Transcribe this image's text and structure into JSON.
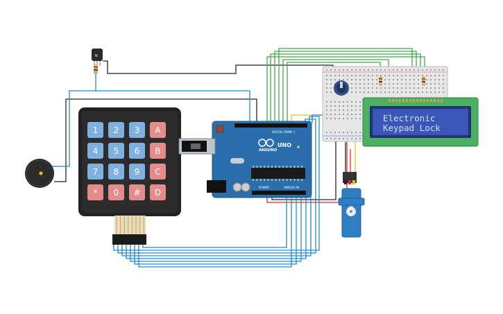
{
  "lcd": {
    "line1": "Electronic",
    "line2": "Keypad Lock"
  },
  "keypad": {
    "keys": [
      "1",
      "2",
      "3",
      "A",
      "4",
      "5",
      "6",
      "B",
      "7",
      "8",
      "9",
      "C",
      "*",
      "0",
      "#",
      "D"
    ]
  },
  "arduino": {
    "brand": "ARDUINO",
    "model": "UNO",
    "label_power": "POWER",
    "label_analog": "ANALOG IN",
    "label_digital": "DIGITAL (PWM~)"
  },
  "transistor": {
    "label": "N"
  },
  "colors": {
    "keypad_blue": "#7fb0e0",
    "keypad_red": "#e58b8b",
    "board": "#2a6fab",
    "lcd_frame": "#4caf62",
    "lcd_screen": "#3a56b8",
    "wire_blue": "#1e88c9",
    "wire_green": "#3aaa4a",
    "wire_red": "#d32f2f",
    "wire_black": "#222222",
    "wire_yellow": "#e8c21a",
    "servo": "#2f7ec4"
  }
}
